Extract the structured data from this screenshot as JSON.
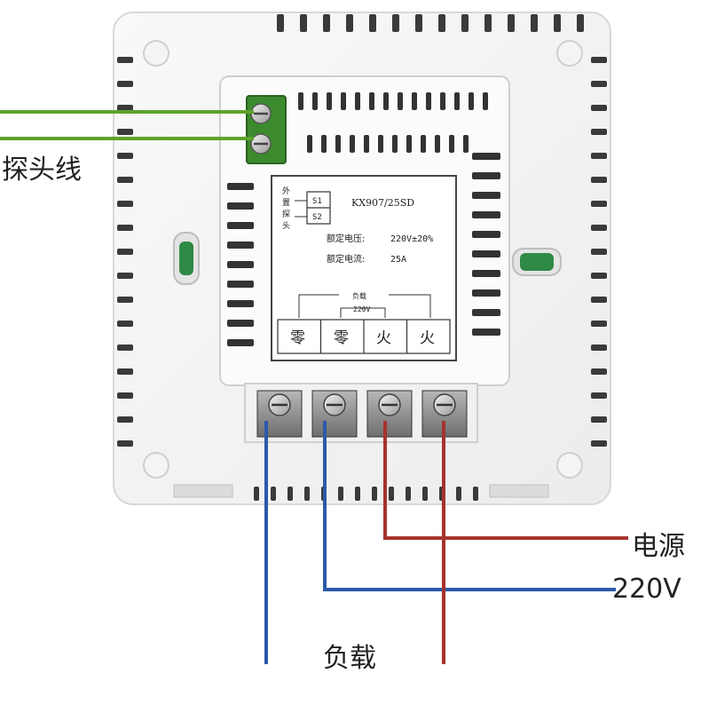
{
  "labels": {
    "probe": "探头线",
    "power": "电源",
    "voltage": "220V",
    "load": "负载"
  },
  "panel": {
    "model": "KX907/25SD",
    "external_probe": [
      "外",
      "置",
      "探",
      "头"
    ],
    "s1": "S1",
    "s2": "S2",
    "rated_voltage_label": "额定电压:",
    "rated_voltage_value": "220V±20%",
    "rated_current_label": "额定电流:",
    "rated_current_value": "25A",
    "load_label": "负载",
    "load_voltage": "220V",
    "terminals": [
      "零",
      "零",
      "火",
      "火"
    ]
  },
  "colors": {
    "probe_wire": "#5ea22c",
    "neutral_wire": "#2b5aa8",
    "live_wire": "#a6322c",
    "terminal_block": "#3c8a2e",
    "indicator": "#2f8a45"
  }
}
